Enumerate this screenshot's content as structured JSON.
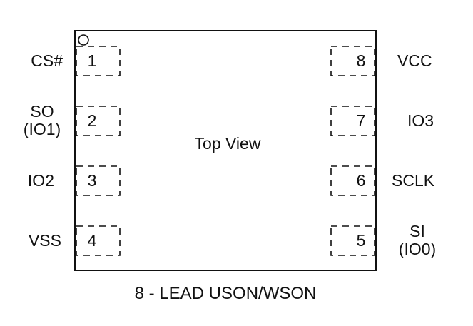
{
  "package": {
    "center_label": "Top View",
    "caption": "8 - LEAD USON/WSON"
  },
  "pins": [
    {
      "number": "1",
      "name": "CS#",
      "alt": ""
    },
    {
      "number": "2",
      "name": "SO",
      "alt": "(IO1)"
    },
    {
      "number": "3",
      "name": "IO2",
      "alt": ""
    },
    {
      "number": "4",
      "name": "VSS",
      "alt": ""
    },
    {
      "number": "5",
      "name": "SI",
      "alt": "(IO0)"
    },
    {
      "number": "6",
      "name": "SCLK",
      "alt": ""
    },
    {
      "number": "7",
      "name": "IO3",
      "alt": ""
    },
    {
      "number": "8",
      "name": "VCC",
      "alt": ""
    }
  ]
}
